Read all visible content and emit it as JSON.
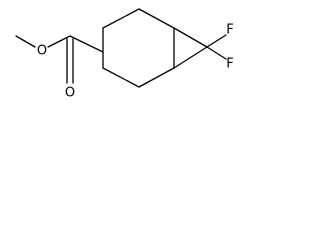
{
  "molecule": {
    "atoms": {
      "ether_oxygen": "O",
      "carbonyl_oxygen": "O",
      "fluorine_upper": "F",
      "fluorine_lower": "F"
    },
    "colors": {
      "bond": "#000000",
      "label": "#000000",
      "background": "#ffffff"
    }
  }
}
